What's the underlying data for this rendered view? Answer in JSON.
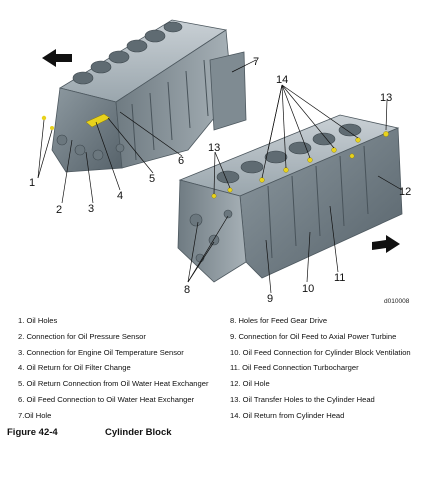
{
  "figure": {
    "drawing_code": "d010008",
    "callouts": [
      "1",
      "2",
      "3",
      "4",
      "5",
      "6",
      "7",
      "14",
      "13",
      "13",
      "12",
      "8",
      "9",
      "10",
      "11"
    ]
  },
  "legend": {
    "left": [
      "1. Oil Holes",
      "2. Connection for Oil Pressure Sensor",
      "3. Connection for Engine Oil Temperature Sensor",
      "4. Oil Return for Oil Filter Change",
      "5. Oil Return Connection from Oil Water Heat Exchanger",
      "6. Oil Feed Connection to Oil Water Heat Exchanger",
      "7.Oil Hole"
    ],
    "right": [
      "8. Holes for Feed Gear Drive",
      "9. Connection for Oil Feed to Axial Power Turbine",
      "10. Oil Feed Connection for Cylinder Block Ventilation",
      "11. Oil Feed Connection Turbocharger",
      "12. Oil Hole",
      "13. Oil Transfer Holes to the Cylinder Head",
      "14. Oil Return from Cylinder Head"
    ]
  },
  "caption": {
    "number": "Figure 42-4",
    "title": "Cylinder Block"
  },
  "colors": {
    "block_metal": "#8e9aa2",
    "block_shadow": "#5d6970",
    "block_highlight": "#c3cbd0",
    "oil_highlight": "#e8d21c",
    "arrow": "#111111"
  }
}
